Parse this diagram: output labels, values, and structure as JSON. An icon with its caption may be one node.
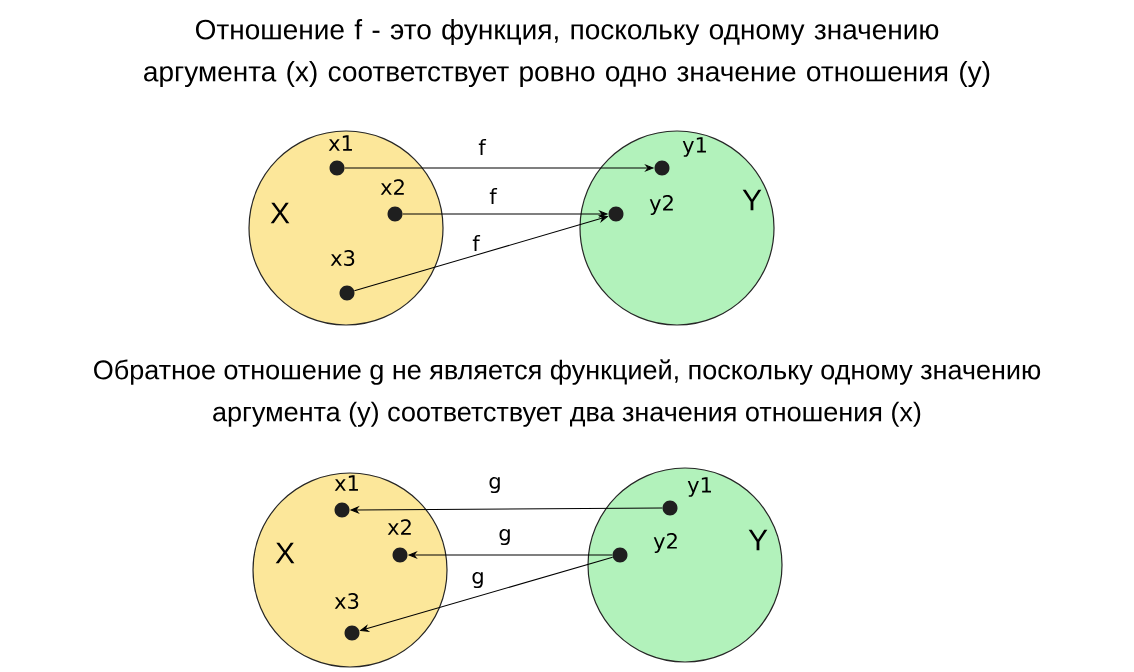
{
  "diagram": {
    "title": "Отношение f - это функция, поскольку одному значению аргумента (x) соответствует ровно одно значение отношения (y)",
    "nodes": [
      {
        "text": [
          "X"
        ]
      },
      {
        "text": [
          "Y"
        ]
      },
      {
        "text": [],
        "shape": "circle",
        "beside": [
          "x1"
        ],
        "in": 0
      },
      {
        "text": [],
        "shape": "circle",
        "beside": [
          "x2"
        ],
        "in": 0
      },
      {
        "text": [],
        "shape": "circle",
        "beside": [
          "x3"
        ],
        "in": 0
      },
      {
        "text": [],
        "shape": "circle",
        "beside": [
          "y1"
        ],
        "in": 1
      },
      {
        "text": [],
        "shape": "circle",
        "beside": [
          "y2"
        ],
        "in": 1
      },
      {
        "text": [
          "X"
        ]
      },
      {
        "text": [
          "Y"
        ]
      },
      {
        "text": [],
        "shape": "circle",
        "beside": [
          "x1"
        ],
        "in": 7
      },
      {
        "text": [],
        "shape": "circle",
        "beside": [
          "x2"
        ],
        "in": 7
      },
      {
        "text": [],
        "shape": "circle",
        "beside": [
          "x3"
        ],
        "in": 7
      },
      {
        "text": [],
        "shape": "circle",
        "beside": [
          "y1"
        ],
        "in": 8
      },
      {
        "text": [],
        "shape": "circle",
        "beside": [
          "y2"
        ],
        "in": 8
      }
    ],
    "edges": [
      {
        "from": 2,
        "to": 5,
        "arrow": "to",
        "label": "f"
      },
      {
        "from": 3,
        "to": 6,
        "arrow": "to",
        "label": "f"
      },
      {
        "from": 4,
        "to": 6,
        "arrow": "to",
        "label": "f"
      },
      {
        "from": 12,
        "to": 9,
        "arrow": "to",
        "label": "g"
      },
      {
        "from": 13,
        "to": 10,
        "arrow": "to",
        "label": "g"
      },
      {
        "from": 13,
        "to": 11,
        "arrow": "to",
        "label": "g"
      }
    ],
    "labels": [
      "Обратное отношение g не является функцией, поскольку одному значению аргумента (y) соответствует два значения отношения (x)"
    ]
  }
}
